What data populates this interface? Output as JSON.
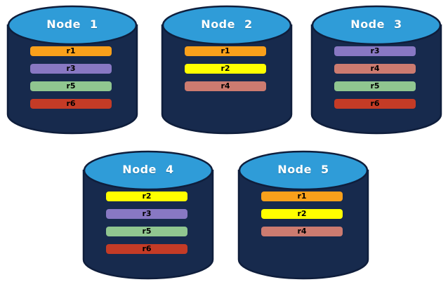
{
  "diagram": {
    "background_color": "#FFFFFF",
    "cylinder": {
      "body_color": "#172A4D",
      "top_color": "#2F9CD8",
      "outline_color": "#0F1E3C"
    },
    "replica_colors": {
      "r1": "#F9A01B",
      "r2": "#FFFF00",
      "r3": "#8878C3",
      "r4": "#CC7B70",
      "r5": "#90C690",
      "r6": "#C43B26"
    },
    "nodes": [
      {
        "title": "Node 1",
        "replicas": [
          "r1",
          "r3",
          "r5",
          "r6"
        ]
      },
      {
        "title": "Node 2",
        "replicas": [
          "r1",
          "r2",
          "r4"
        ]
      },
      {
        "title": "Node 3",
        "replicas": [
          "r3",
          "r4",
          "r5",
          "r6"
        ]
      },
      {
        "title": "Node 4",
        "replicas": [
          "r2",
          "r3",
          "r5",
          "r6"
        ]
      },
      {
        "title": "Node 5",
        "replicas": [
          "r1",
          "r2",
          "r4"
        ]
      }
    ]
  }
}
